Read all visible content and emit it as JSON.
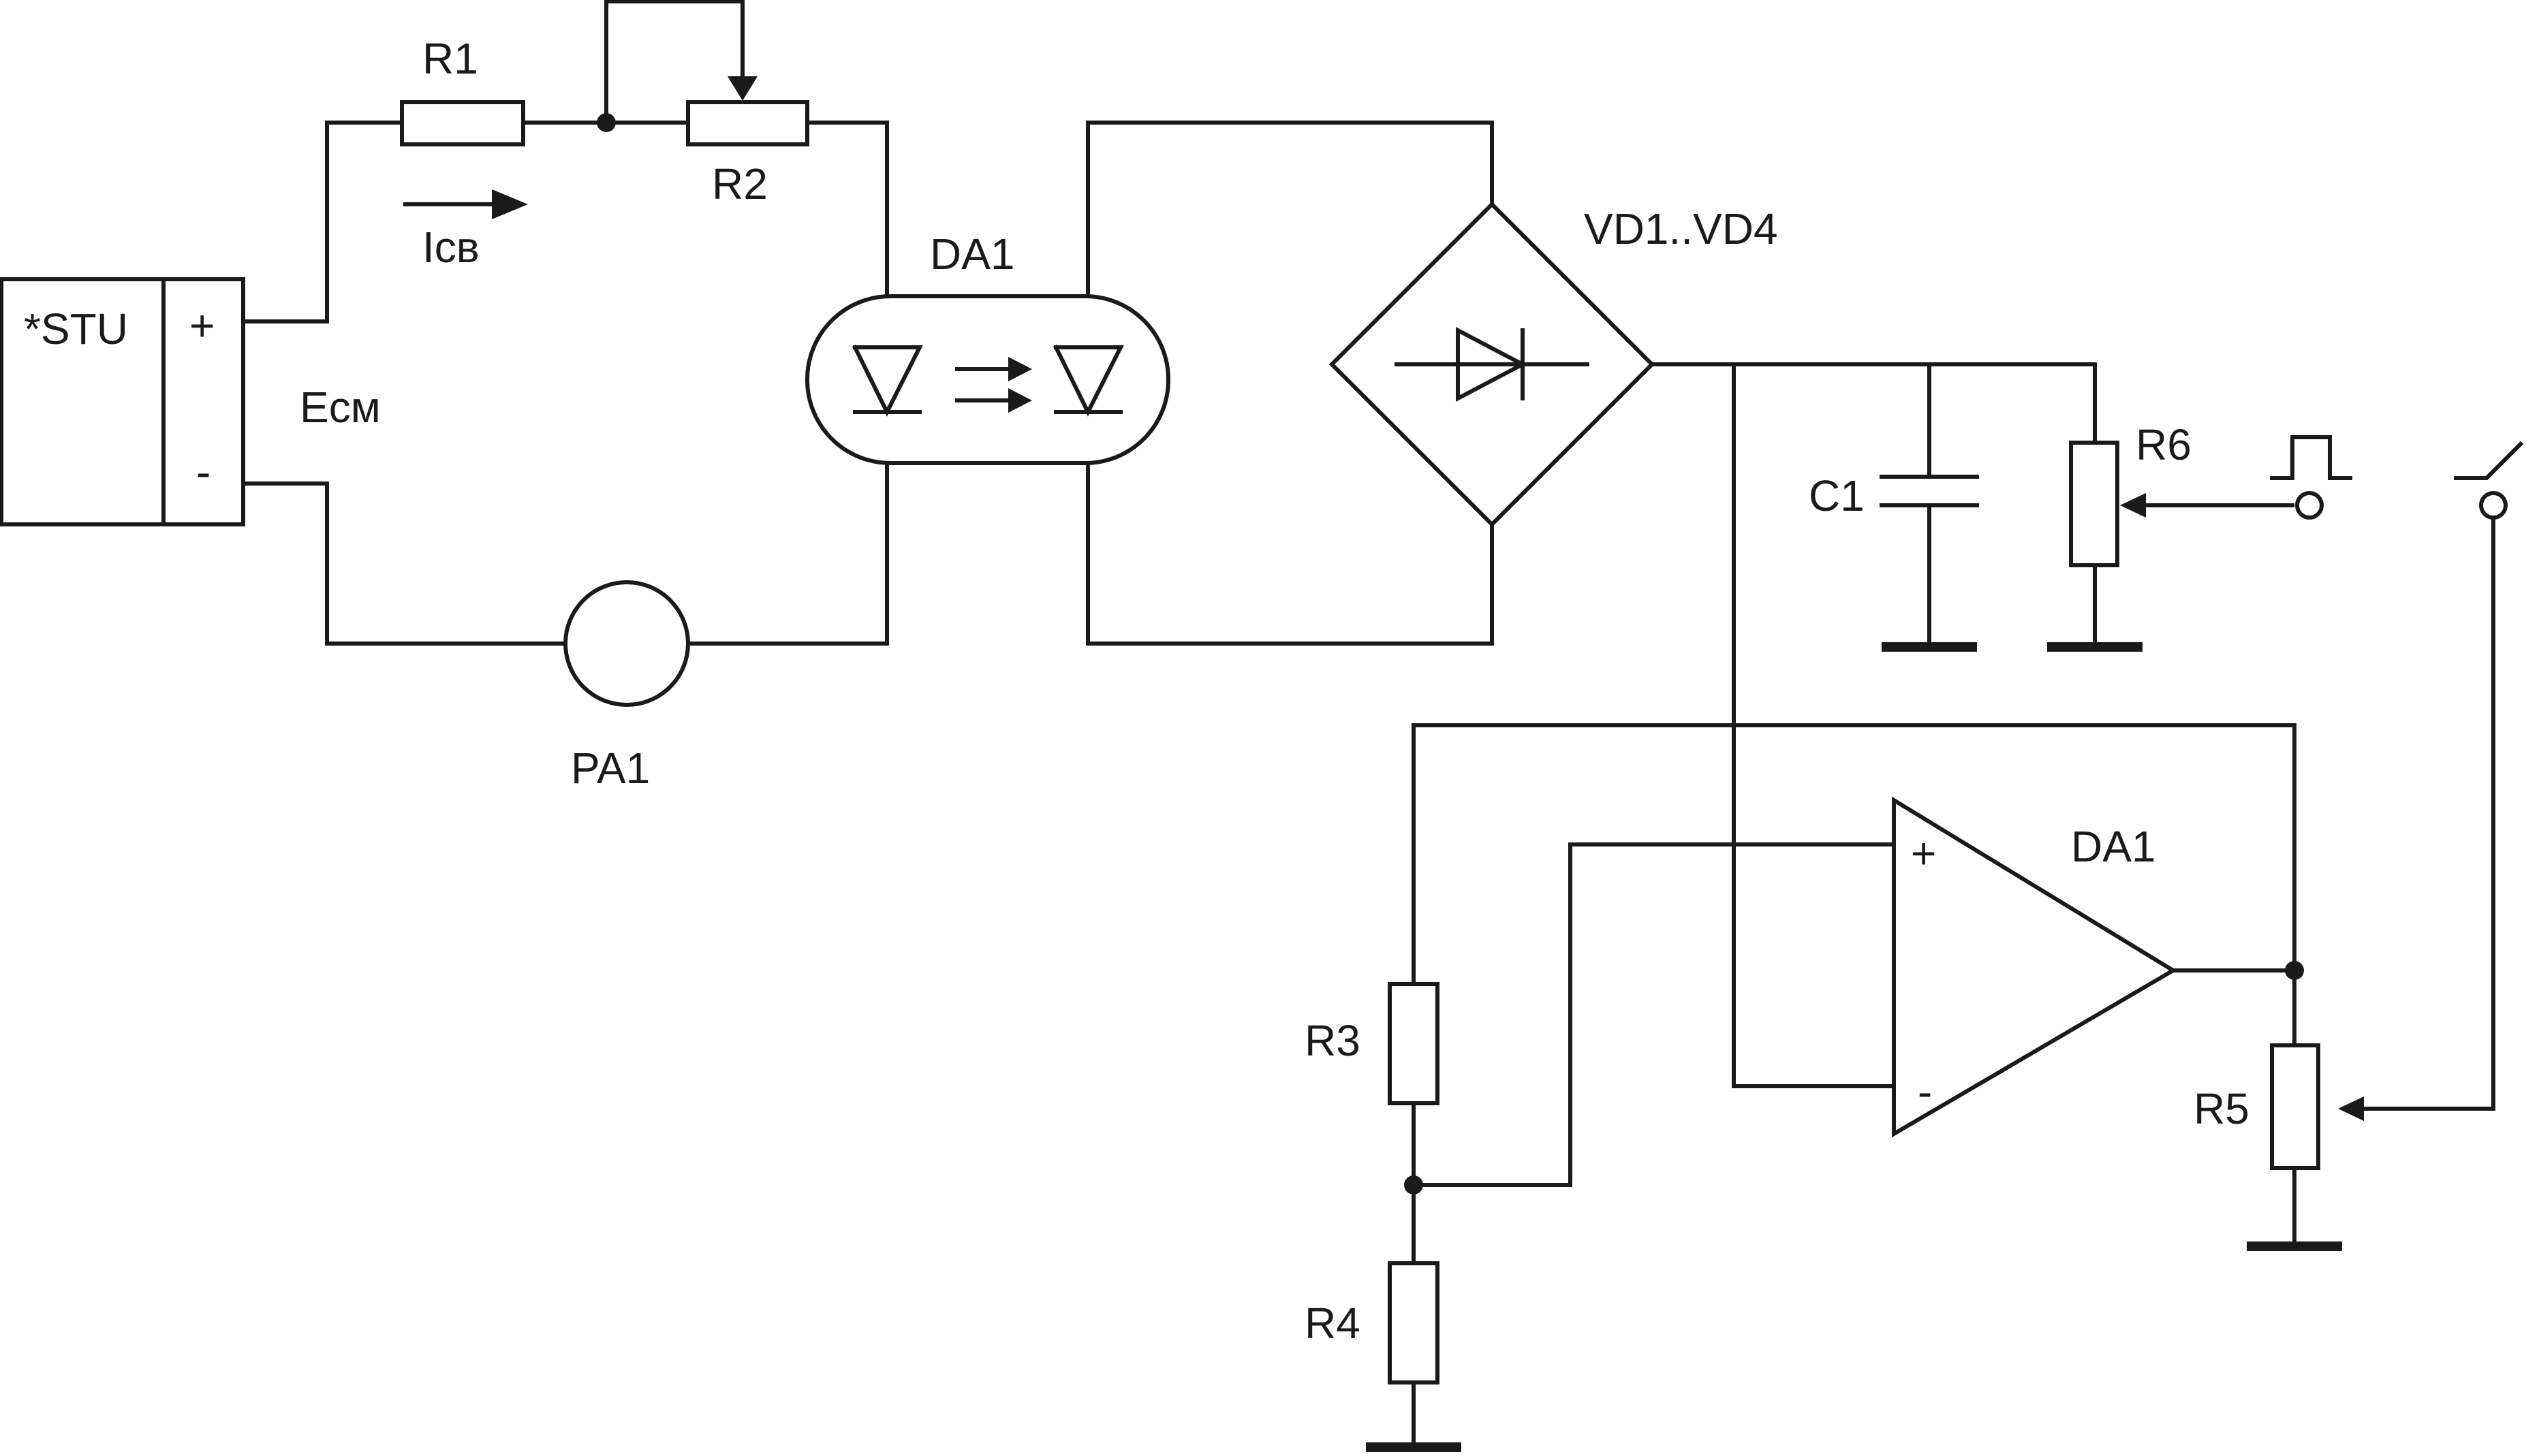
{
  "labels": {
    "stu": "*STU",
    "plus": "+",
    "minus": "-",
    "e_cm": "Eсм",
    "r1": "R1",
    "r2": "R2",
    "i_cb": "Iсв",
    "da1_opto": "DA1",
    "pa1": "PA1",
    "vd": "VD1..VD4",
    "c1": "C1",
    "r6": "R6",
    "r3": "R3",
    "r4": "R4",
    "r5": "R5",
    "da1_opamp": "DA1",
    "op_plus": "+",
    "op_minus": "-"
  },
  "colors": {
    "ink": "#1a1a1a",
    "background": "#ffffff"
  }
}
